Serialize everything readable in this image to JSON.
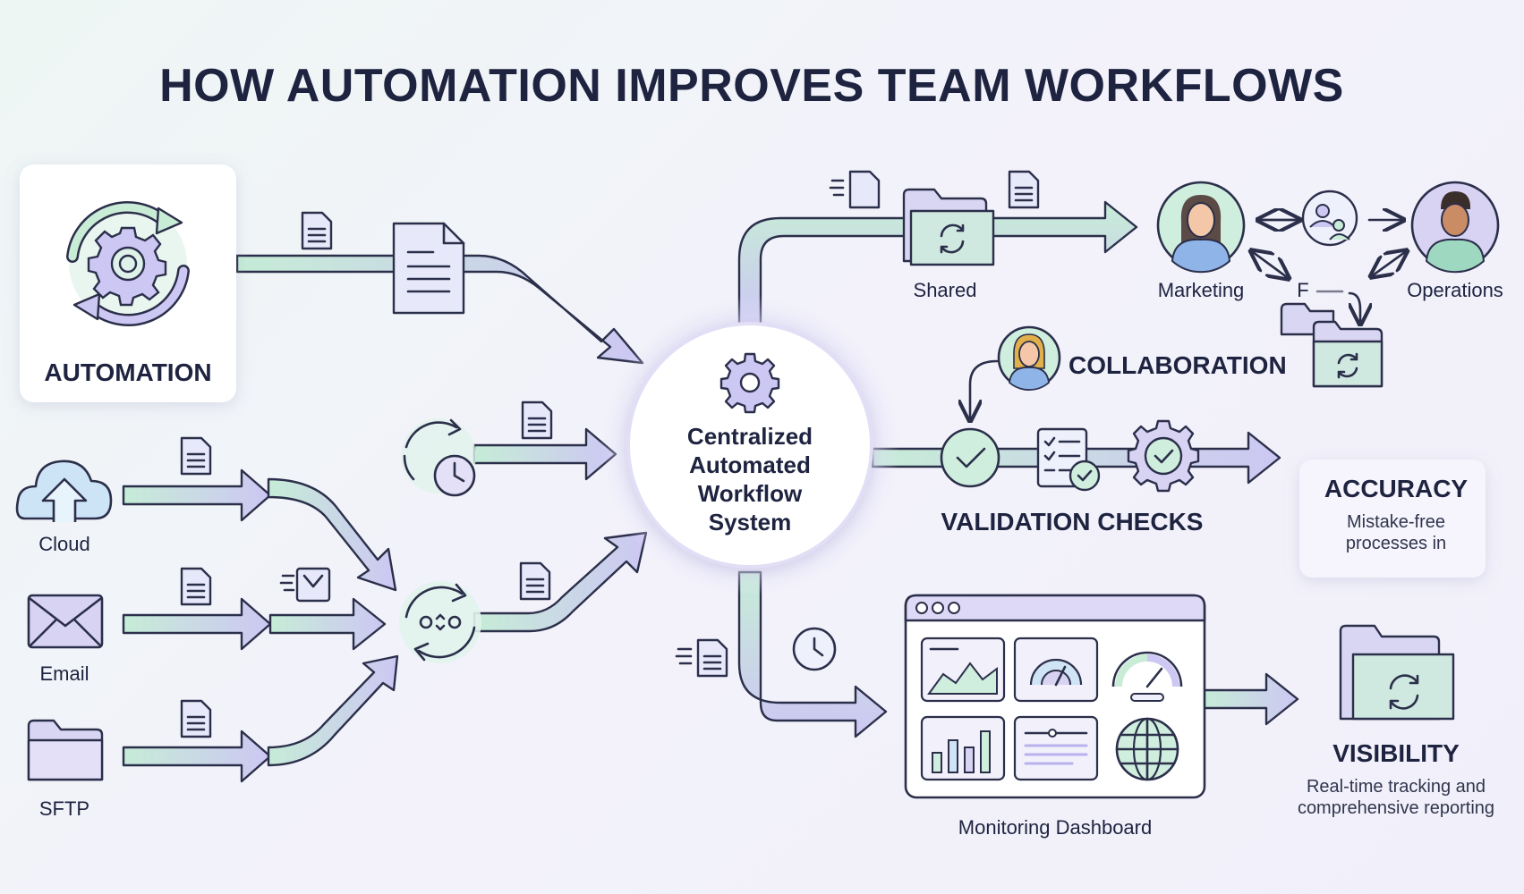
{
  "title": "HOW AUTOMATION IMPROVES TEAM WORKFLOWS",
  "automation": {
    "label": "AUTOMATION"
  },
  "center": {
    "lines": [
      "Centralized",
      "Automated",
      "Workflow",
      "System"
    ]
  },
  "sources": {
    "cloud": "Cloud",
    "email": "Email",
    "sftp": "SFTP"
  },
  "shared": {
    "label": "Shared"
  },
  "teams": {
    "marketing": "Marketing",
    "operations": "Operations",
    "partial": "F"
  },
  "collaboration": {
    "label": "COLLABORATION"
  },
  "validation": {
    "label": "VALIDATION CHECKS"
  },
  "accuracy": {
    "title": "ACCURACY",
    "lines": [
      "Mistake-free",
      "processes in"
    ]
  },
  "dashboard": {
    "label": "Monitoring Dashboard"
  },
  "visibility": {
    "title": "VISIBILITY",
    "lines": [
      "Real-time tracking and",
      "comprehensive reporting"
    ]
  },
  "colors": {
    "arrow_start": "#c8ecd8",
    "arrow_end": "#cbc6f2",
    "outline": "#2b2f4a",
    "text": "#1e2340"
  },
  "icons": [
    "gear-cycle-icon",
    "document-icon",
    "cloud-upload-icon",
    "envelope-icon",
    "folder-icon",
    "clock-icon",
    "sync-icon",
    "checkmark-icon",
    "checklist-icon",
    "badge-check-icon",
    "person-avatar-icon",
    "team-icon",
    "dashboard-icon",
    "globe-icon"
  ]
}
